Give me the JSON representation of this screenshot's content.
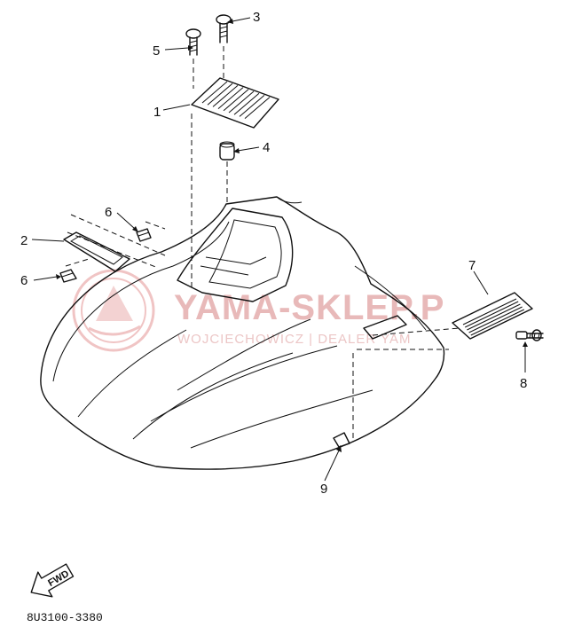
{
  "diagram": {
    "callouts": [
      {
        "id": "c1",
        "label": "1"
      },
      {
        "id": "c2",
        "label": "2"
      },
      {
        "id": "c3",
        "label": "3"
      },
      {
        "id": "c4",
        "label": "4"
      },
      {
        "id": "c5",
        "label": "5"
      },
      {
        "id": "c6a",
        "label": "6"
      },
      {
        "id": "c6b",
        "label": "6"
      },
      {
        "id": "c7",
        "label": "7"
      },
      {
        "id": "c8",
        "label": "8"
      },
      {
        "id": "c9",
        "label": "9"
      }
    ],
    "fwd_label": "FWD",
    "part_code": "8U3100-3380"
  },
  "watermark": {
    "brand": "YAMA-SKLEP.P",
    "subtitle": "WOJCIECHOWICZ | DEALER YAM"
  },
  "colors": {
    "line": "#111111",
    "watermark": "#e8b9b9"
  }
}
